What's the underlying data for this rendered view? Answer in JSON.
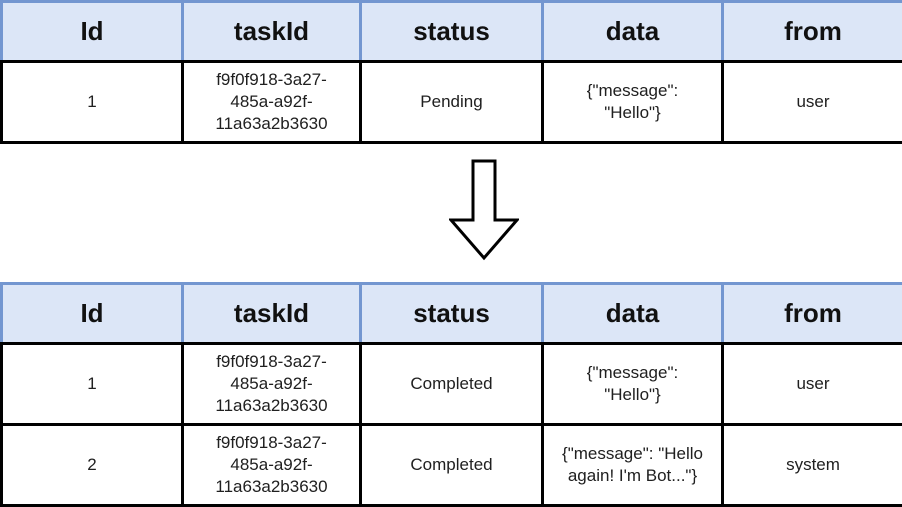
{
  "diagram": {
    "title": "",
    "arrow_icon": "down-arrow-icon",
    "colors": {
      "header_fill": "#dce6f7",
      "header_border": "#7396d0",
      "body_border": "#000000",
      "text": "#202020",
      "background": "#ffffff"
    }
  },
  "tables": [
    {
      "id": "table-before",
      "caption": "",
      "columns": [
        "Id",
        "taskId",
        "status",
        "data",
        "from"
      ],
      "rows": [
        {
          "Id": "1",
          "taskId": "f9f0f918-3a27-\n485a-a92f-\n11a63a2b3630",
          "status": "Pending",
          "data": "{\"message\":\n\"Hello\"}",
          "from": "user"
        }
      ]
    },
    {
      "id": "table-after",
      "caption": "",
      "columns": [
        "Id",
        "taskId",
        "status",
        "data",
        "from"
      ],
      "rows": [
        {
          "Id": "1",
          "taskId": "f9f0f918-3a27-\n485a-a92f-\n11a63a2b3630",
          "status": "Completed",
          "data": "{\"message\":\n\"Hello\"}",
          "from": "user"
        },
        {
          "Id": "2",
          "taskId": "f9f0f918-3a27-\n485a-a92f-\n11a63a2b3630",
          "status": "Completed",
          "data": "{\"message\": \"Hello\nagain! I'm Bot...\"}",
          "from": "system"
        }
      ]
    }
  ]
}
